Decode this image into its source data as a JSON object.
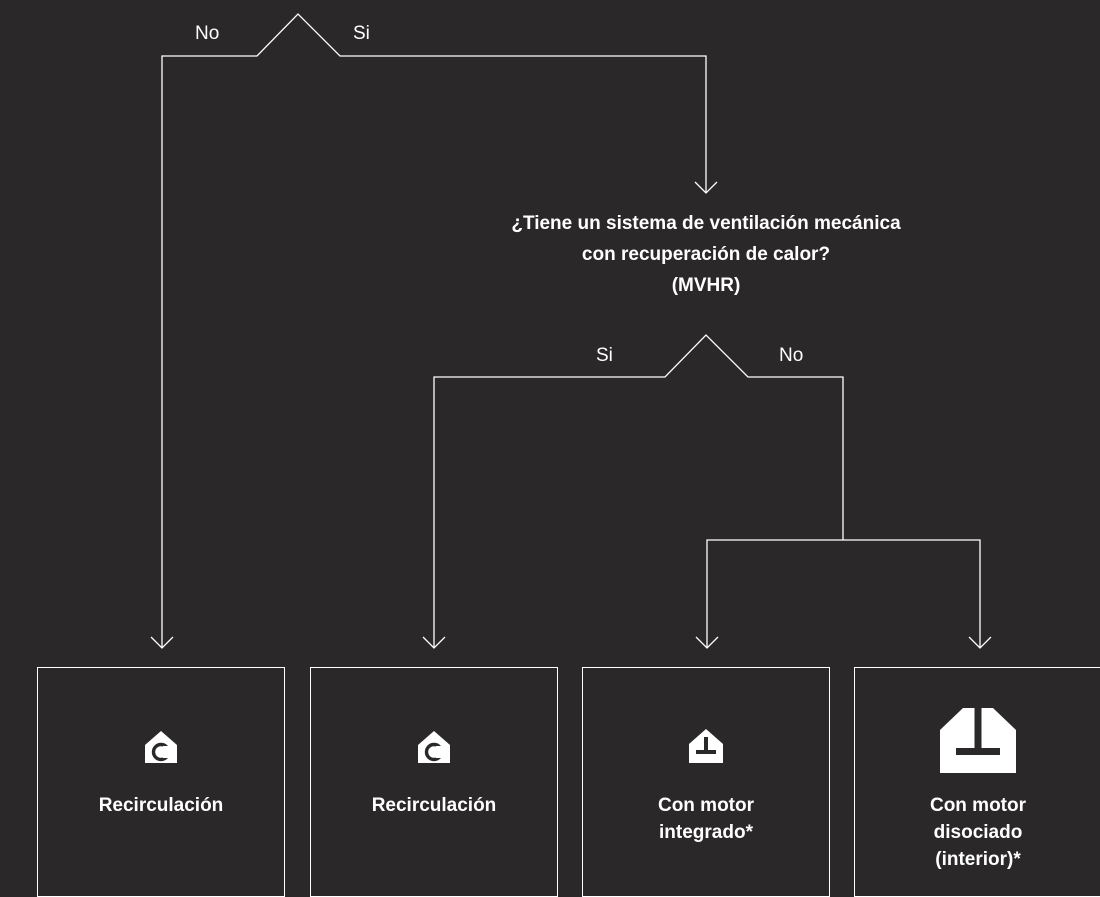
{
  "colors": {
    "background": "#2b2829",
    "line": "#ffffff",
    "text": "#ffffff"
  },
  "decision_top": {
    "left_label": "No",
    "right_label": "Si"
  },
  "question": {
    "lines": [
      "¿Tiene un sistema de ventilación mecánica",
      "con recuperación de calor?",
      "(MVHR)"
    ]
  },
  "decision_mvhr": {
    "left_label": "Si",
    "right_label": "No"
  },
  "cards": [
    {
      "icon": "recirculation-house-icon",
      "title_lines": [
        "Recirculación"
      ]
    },
    {
      "icon": "recirculation-house-icon",
      "title_lines": [
        "Recirculación"
      ]
    },
    {
      "icon": "integrated-motor-house-icon",
      "title_lines": [
        "Con motor",
        "integrado*"
      ]
    },
    {
      "icon": "remote-motor-house-icon",
      "title_lines": [
        "Con motor",
        "disociado",
        "(interior)*"
      ]
    }
  ]
}
